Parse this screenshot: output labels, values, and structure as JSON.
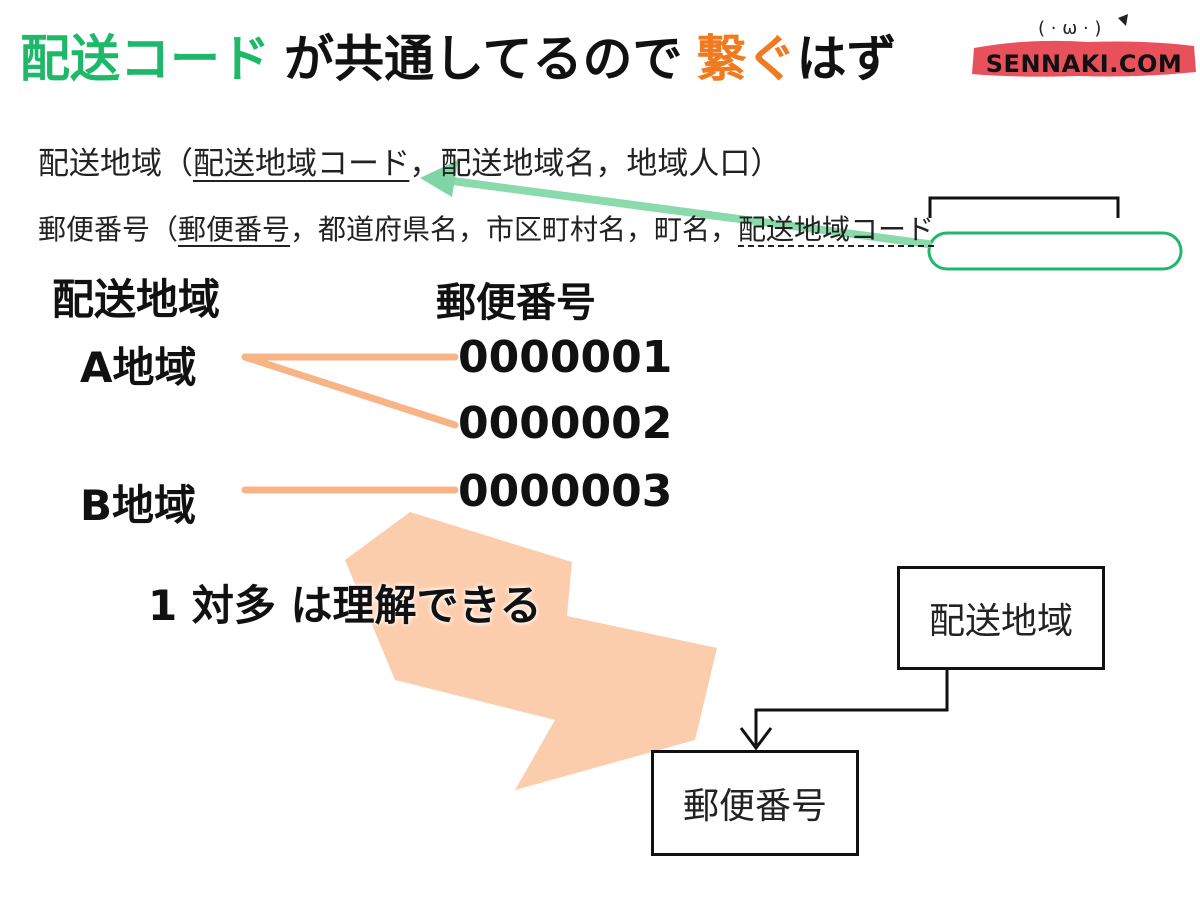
{
  "headline": {
    "part_green": "配送コード",
    "part_black_1": "が共通してるので",
    "part_orange": "繋ぐ",
    "part_black_2": "はず"
  },
  "logo": {
    "text": "SENNAKI.COM",
    "face": "(･ω･"
  },
  "schema": {
    "line1_prefix": "配送地域（",
    "line1_key": "配送地域コード",
    "line1_rest": "，配送地域名，地域人口）",
    "line2_prefix": "郵便番号（",
    "line2_key": "郵便番号",
    "line2_rest": "，都道府県名，市区町村名，町名，",
    "line2_fk": "配送地域コード"
  },
  "mapping": {
    "left_header": "配送地域",
    "right_header": "郵便番号",
    "region_a": "A地域",
    "region_b": "B地域",
    "codes": [
      "0000001",
      "0000002",
      "0000003"
    ]
  },
  "caption": "1 対多 は理解できる",
  "er": {
    "parent": "配送地域",
    "child": "郵便番号"
  },
  "colors": {
    "green": "#1fb86a",
    "orange": "#f07a20",
    "salmon": "#f8b487",
    "logo_red": "#e8505b"
  }
}
